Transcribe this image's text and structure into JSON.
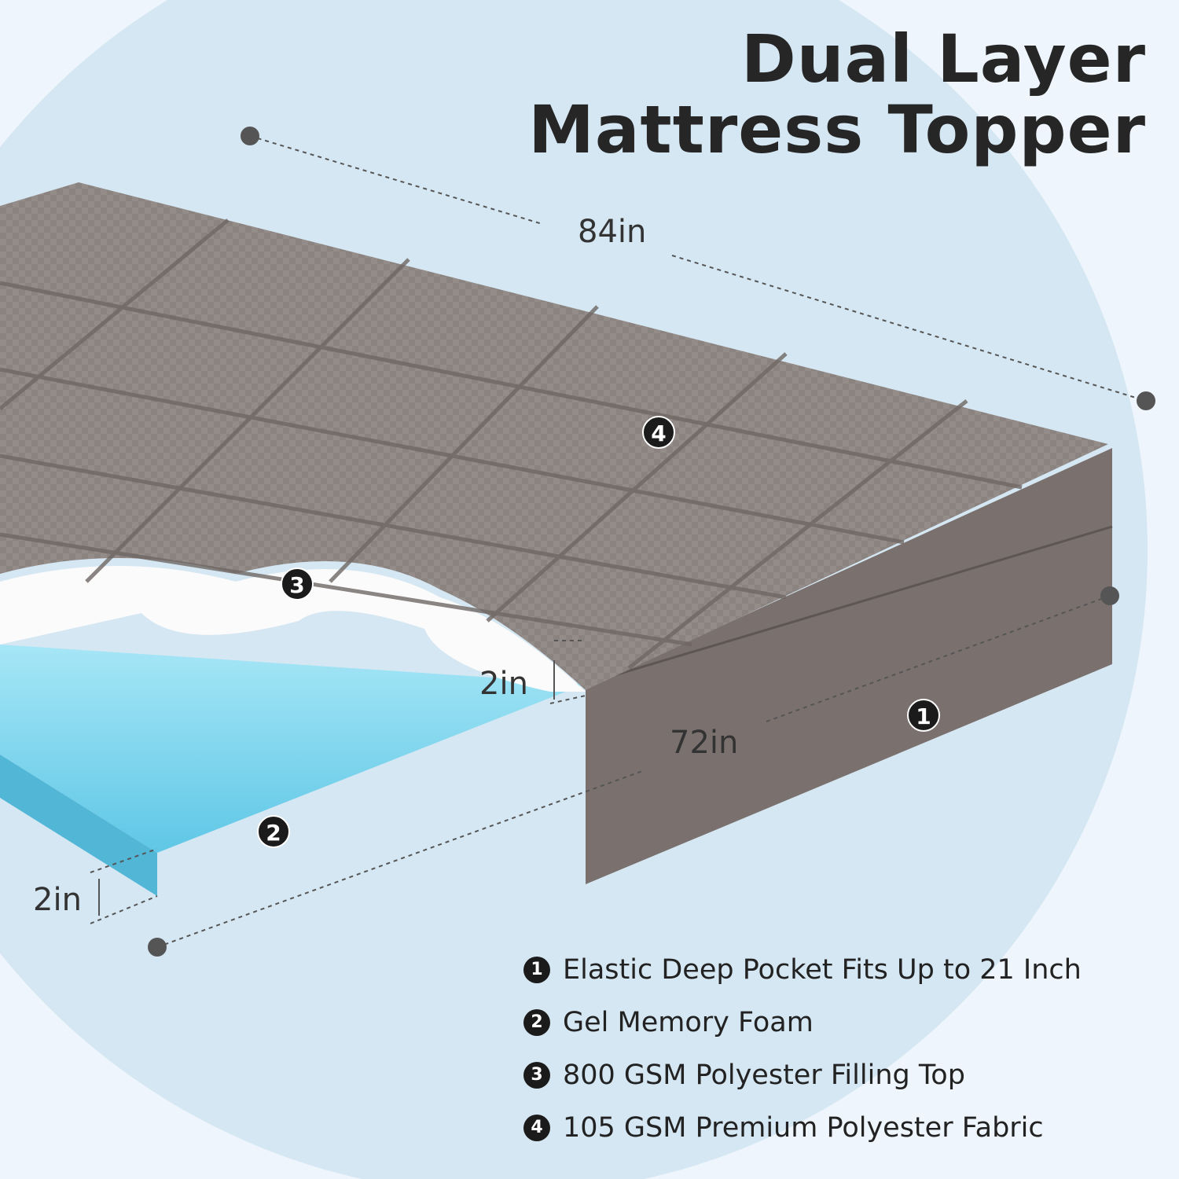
{
  "title": {
    "line1": "Dual Layer",
    "line2": "Mattress Topper"
  },
  "dimensions": {
    "length": "84in",
    "width": "72in",
    "top_thickness": "2in",
    "foam_thickness": "2in"
  },
  "markers": [
    "1",
    "2",
    "3",
    "4"
  ],
  "legend": [
    {
      "num": "1",
      "text": "Elastic Deep Pocket Fits Up to 21 Inch"
    },
    {
      "num": "2",
      "text": "Gel Memory Foam"
    },
    {
      "num": "3",
      "text": "800 GSM Polyester Filling Top"
    },
    {
      "num": "4",
      "text": "105 GSM Premium Polyester Fabric"
    }
  ],
  "colors": {
    "background": "#eef5fc",
    "circle": "#d5e7f2",
    "fabric": "#8a817e",
    "side": "#7a716e",
    "foam": "#8fdcf0",
    "filling": "#ffffff"
  }
}
